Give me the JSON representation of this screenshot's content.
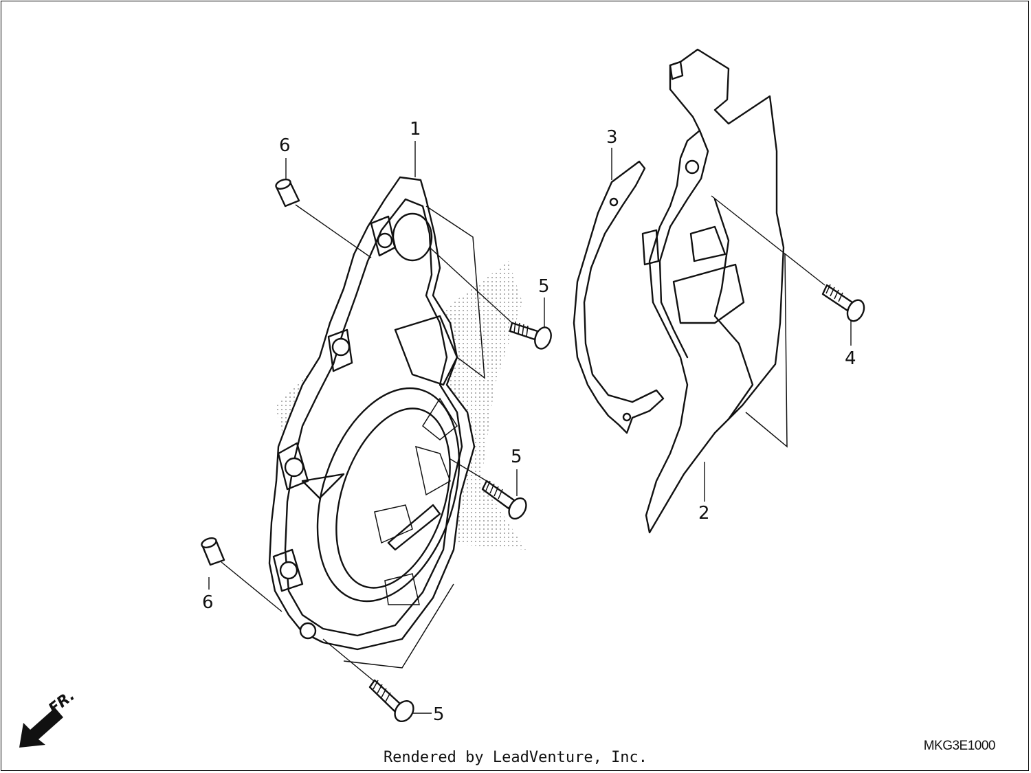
{
  "callouts": {
    "part1": "1",
    "part2": "2",
    "part3": "3",
    "part4": "4",
    "part5_a": "5",
    "part5_b": "5",
    "part5_c": "5",
    "part6_a": "6",
    "part6_b": "6"
  },
  "direction_label": "FR.",
  "diagram_code": "MKG3E1000",
  "footer_text": "Rendered by LeadVenture, Inc."
}
